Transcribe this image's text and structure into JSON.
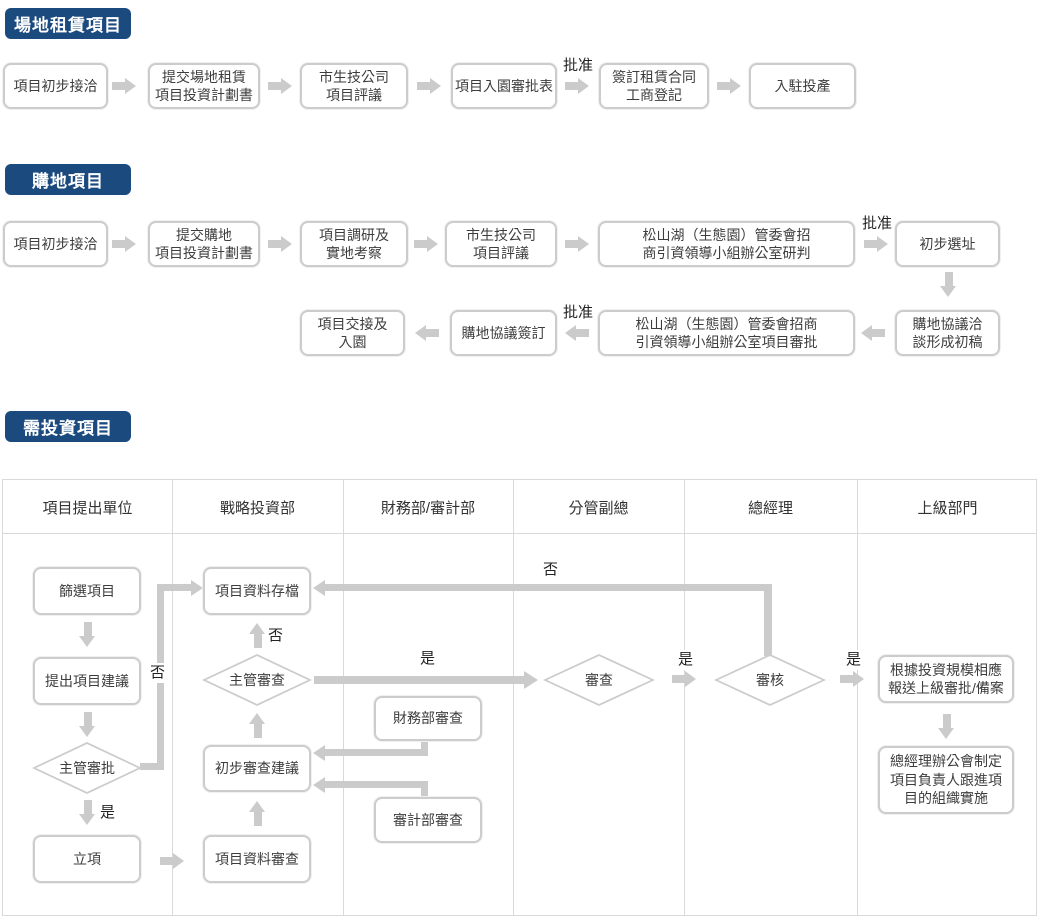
{
  "colors": {
    "badge_bg": "#1b4a7e",
    "badge_fg": "#ffffff",
    "box_border": "#cccccc",
    "arrow": "#cbcbcb",
    "text": "#3d3d3d",
    "table_border": "#d9d9d9"
  },
  "labels": {
    "approve": "批准",
    "yes": "是",
    "no": "否"
  },
  "rental": {
    "title": "場地租賃項目",
    "steps": [
      "項目初步接洽",
      "提交場地租賃\n項目投資計劃書",
      "市生技公司\n項目評議",
      "項目入園審批表",
      "簽訂租賃合同\n工商登記",
      "入駐投產"
    ]
  },
  "purchase": {
    "title": "購地項目",
    "row1": [
      "項目初步接洽",
      "提交購地\n項目投資計劃書",
      "項目調研及\n實地考察",
      "市生技公司\n項目評議",
      "松山湖（生態園）管委會招\n商引資領導小組辦公室研判",
      "初步選址"
    ],
    "row2": [
      "購地協議洽\n談形成初稿",
      "松山湖（生態園）管委會招商\n引資領導小組辦公室項目審批",
      "購地協議簽訂",
      "項目交接及\n入園"
    ]
  },
  "investment": {
    "title": "需投資項目",
    "lanes": [
      "項目提出單位",
      "戰略投資部",
      "財務部/審計部",
      "分管副總",
      "總經理",
      "上級部門"
    ],
    "nodes": {
      "screen": "篩選項目",
      "propose": "提出項目建議",
      "supervisor_approval": "主管審批",
      "establish": "立項",
      "archive": "項目資料存檔",
      "supervisor_review": "主管審查",
      "preliminary": "初步審查建議",
      "data_review": "項目資料審查",
      "finance_review": "財務部審查",
      "audit_review": "審計部審查",
      "vp_review": "審查",
      "gm_review": "審核",
      "report": "根據投資規模相應\n報送上級審批/備案",
      "implement": "總經理辦公會制定\n項目負責人跟進項\n目的組織實施"
    }
  }
}
